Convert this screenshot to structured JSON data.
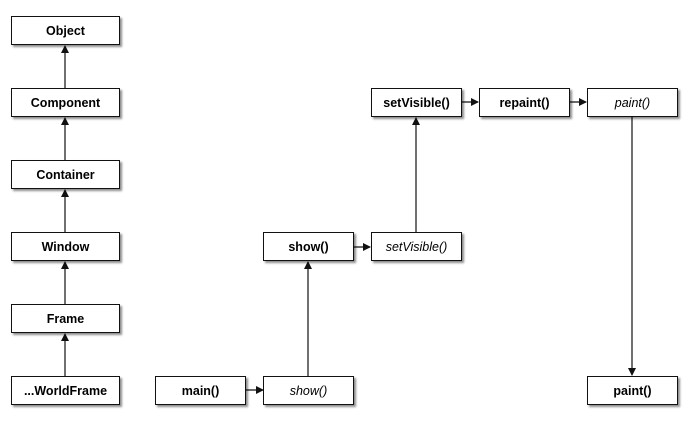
{
  "hierarchy": [
    {
      "id": "object",
      "label": "Object",
      "style": "bold"
    },
    {
      "id": "component",
      "label": "Component",
      "style": "bold"
    },
    {
      "id": "container",
      "label": "Container",
      "style": "bold"
    },
    {
      "id": "window",
      "label": "Window",
      "style": "bold"
    },
    {
      "id": "frame",
      "label": "Frame",
      "style": "bold"
    },
    {
      "id": "worldframe",
      "label": "...WorldFrame",
      "style": "bold"
    }
  ],
  "calls": {
    "main": {
      "label": "main()",
      "style": "bold"
    },
    "show_italic": {
      "label": "show()",
      "style": "italic"
    },
    "show": {
      "label": "show()",
      "style": "bold"
    },
    "setvisible_italic": {
      "label": "setVisible()",
      "style": "italic"
    },
    "setvisible": {
      "label": "setVisible()",
      "style": "bold"
    },
    "repaint": {
      "label": "repaint()",
      "style": "bold"
    },
    "paint_italic": {
      "label": "paint()",
      "style": "italic"
    },
    "paint": {
      "label": "paint()",
      "style": "bold"
    }
  },
  "colors": {
    "stroke": "#111111",
    "fill": "#ffffff",
    "text": "#000000"
  }
}
